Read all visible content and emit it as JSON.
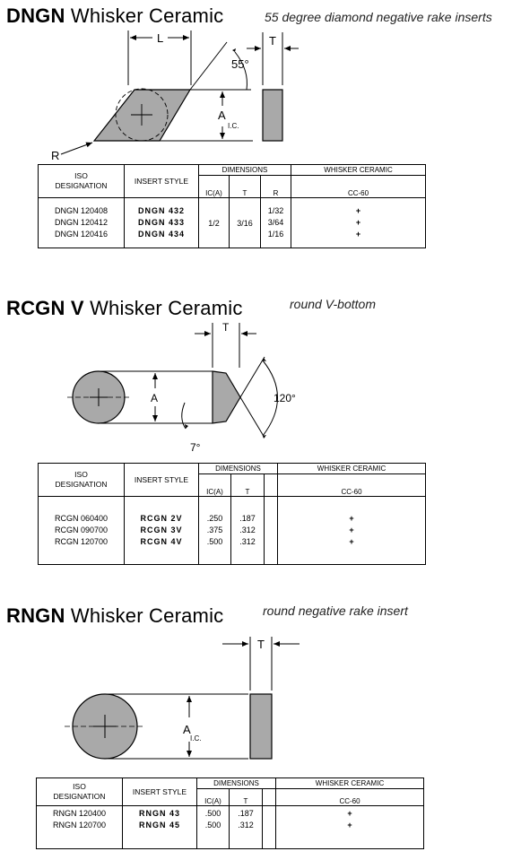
{
  "dngn": {
    "title_code": "DNGN",
    "title_rest": " Whisker Ceramic",
    "subtitle": "55 degree diamond negative rake inserts",
    "diagram": {
      "L": "L",
      "T": "T",
      "angle": "55°",
      "A": "A",
      "ic": "I.C.",
      "R": "R"
    },
    "table": {
      "iso_header": [
        "ISO",
        "DESIGNATION"
      ],
      "style_header": "INSERT STYLE",
      "dimensions_header": "DIMENSIONS",
      "ceramic_header": "WHISKER CERAMIC",
      "dim_cols": [
        "IC(A)",
        "T",
        "R"
      ],
      "grade": "CC-60",
      "iso": [
        "DNGN 120408",
        "DNGN 120412",
        "DNGN 120416"
      ],
      "style": [
        "DNGN 432",
        "DNGN 433",
        "DNGN 434"
      ],
      "ic": "1/2",
      "t": "3/16",
      "r": [
        "1/32",
        "3/64",
        "1/16"
      ],
      "avail": [
        "+",
        "+",
        "+"
      ]
    }
  },
  "rcgn": {
    "title_code": "RCGN V",
    "title_rest": " Whisker Ceramic",
    "subtitle": "round V-bottom",
    "diagram": {
      "T": "T",
      "A": "A",
      "angle_large": "120°",
      "angle_small": "7°"
    },
    "table": {
      "iso_header": [
        "ISO",
        "DESIGNATION"
      ],
      "style_header": "INSERT STYLE",
      "dimensions_header": "DIMENSIONS",
      "ceramic_header": "WHISKER CERAMIC",
      "dim_cols": [
        "IC(A)",
        "T"
      ],
      "grade": "CC-60",
      "iso": [
        "RCGN 060400",
        "RCGN 090700",
        "RCGN 120700"
      ],
      "style": [
        "RCGN 2V",
        "RCGN 3V",
        "RCGN 4V"
      ],
      "ic": [
        ".250",
        ".375",
        ".500"
      ],
      "t": [
        ".187",
        ".312",
        ".312"
      ],
      "avail": [
        "+",
        "+",
        "+"
      ]
    }
  },
  "rngn": {
    "title_code": "RNGN",
    "title_rest": " Whisker Ceramic",
    "subtitle": "round negative rake insert",
    "diagram": {
      "T": "T",
      "A": "A",
      "ic": "I.C."
    },
    "table": {
      "iso_header": [
        "ISO",
        "DESIGNATION"
      ],
      "style_header": "INSERT STYLE",
      "dimensions_header": "DIMENSIONS",
      "ceramic_header": "WHISKER CERAMIC",
      "dim_cols": [
        "IC(A)",
        "T"
      ],
      "grade": "CC-60",
      "iso": [
        "RNGN 120400",
        "RNGN 120700"
      ],
      "style": [
        "RNGN 43",
        "RNGN 45"
      ],
      "ic": [
        ".500",
        ".500"
      ],
      "t": [
        ".187",
        ".312"
      ],
      "avail": [
        "+",
        "+"
      ]
    }
  }
}
